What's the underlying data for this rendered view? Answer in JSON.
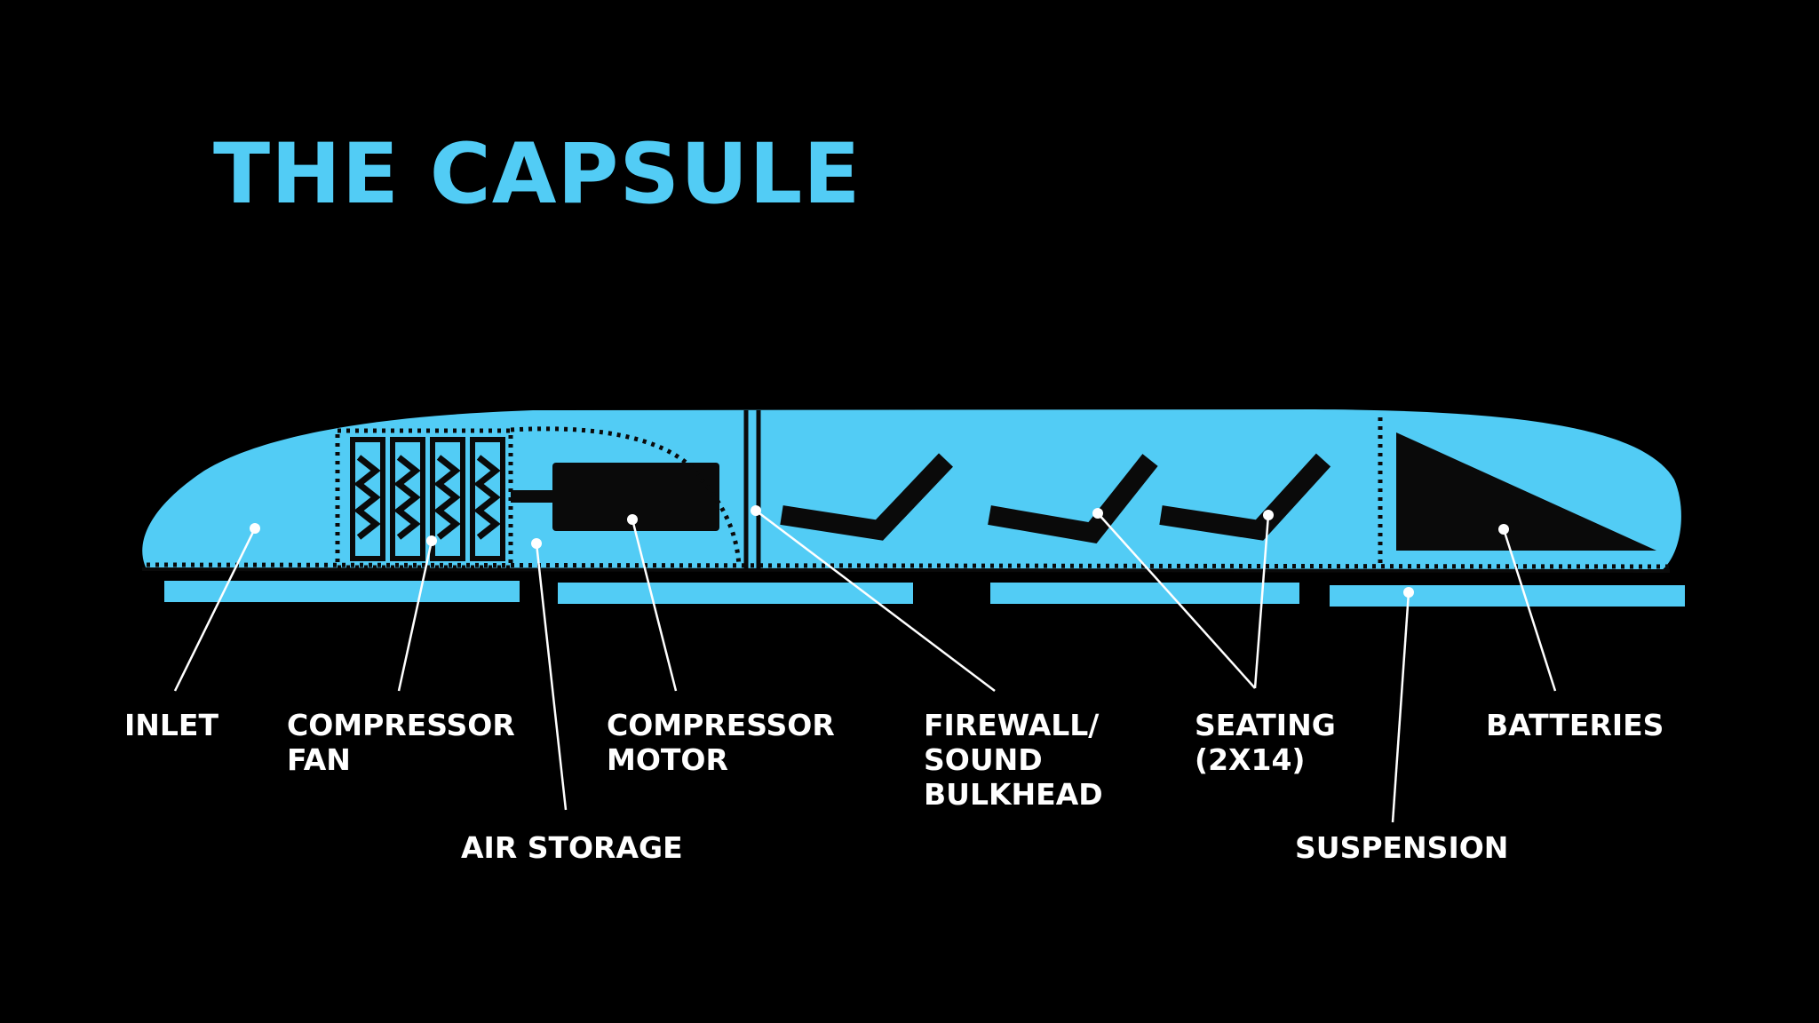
{
  "title": "THE CAPSULE",
  "colors": {
    "accent": "#52CCF5",
    "background": "#000000",
    "label": "#FFFFFF",
    "structure": "#0A0A0A"
  },
  "components": [
    {
      "id": "inlet",
      "label": "INLET"
    },
    {
      "id": "compressor-fan",
      "label": "COMPRESSOR\nFAN"
    },
    {
      "id": "air-storage",
      "label": "AIR STORAGE"
    },
    {
      "id": "compressor-motor",
      "label": "COMPRESSOR\nMOTOR"
    },
    {
      "id": "firewall",
      "label": "FIREWALL/\nSOUND\nBULKHEAD"
    },
    {
      "id": "seating",
      "label": "SEATING\n(2X14)"
    },
    {
      "id": "suspension",
      "label": "SUSPENSION"
    },
    {
      "id": "batteries",
      "label": "BATTERIES"
    }
  ]
}
